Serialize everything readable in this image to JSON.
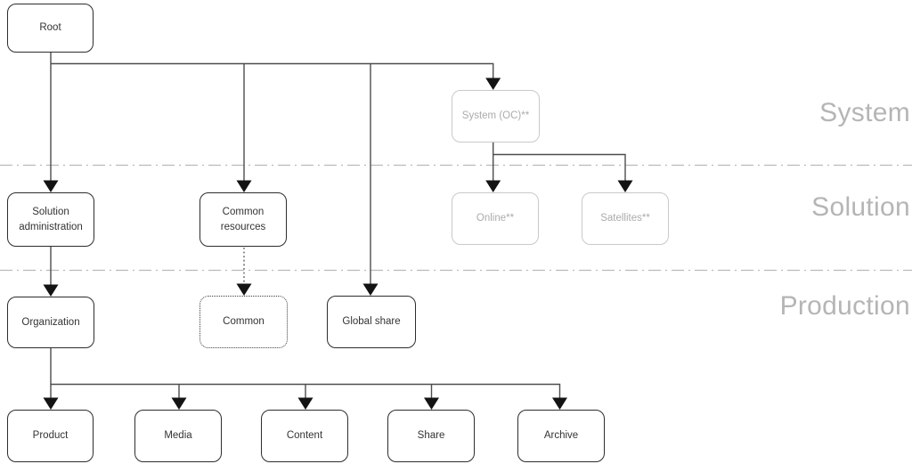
{
  "bands": [
    {
      "id": "system",
      "label": "System"
    },
    {
      "id": "solution",
      "label": "Solution"
    },
    {
      "id": "production",
      "label": "Production"
    }
  ],
  "nodes": {
    "root": {
      "label": "Root"
    },
    "system_oc": {
      "label": "System (OC)**"
    },
    "solution_administration": {
      "label": "Solution administration"
    },
    "common_resources": {
      "label": "Common resources"
    },
    "online": {
      "label": "Online**"
    },
    "satellites": {
      "label": "Satellites**"
    },
    "organization": {
      "label": "Organization"
    },
    "common": {
      "label": "Common"
    },
    "global_share": {
      "label": "Global share"
    },
    "product": {
      "label": "Product"
    },
    "media": {
      "label": "Media"
    },
    "content": {
      "label": "Content"
    },
    "share": {
      "label": "Share"
    },
    "archive": {
      "label": "Archive"
    }
  },
  "colors": {
    "background": "#ffffff",
    "node_border": "#2d2d2d",
    "node_text": "#333333",
    "muted_node_border": "#c9c9c9",
    "muted_node_text": "#ababab",
    "dotted_node_border": "#3f3f3f",
    "connector_line": "#4d4d4d",
    "arrowhead": "#131313",
    "divider_line": "#b8babb",
    "band_label_text": "#b5b5b5"
  }
}
